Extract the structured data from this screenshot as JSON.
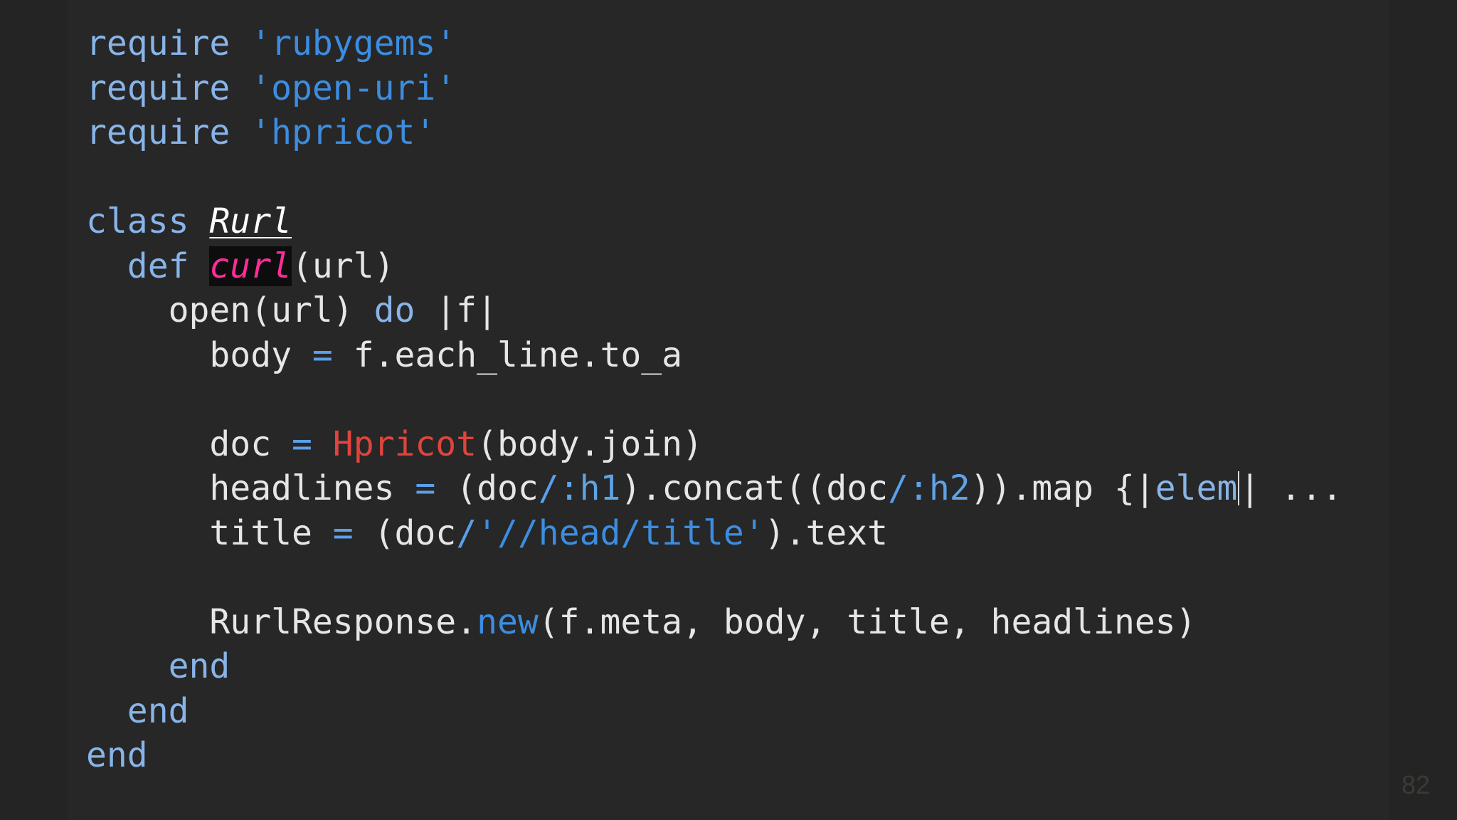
{
  "code": {
    "language": "ruby",
    "line1": {
      "kw": "require",
      "str": "'rubygems'"
    },
    "line2": {
      "kw": "require",
      "str": "'open-uri'"
    },
    "line3": {
      "kw": "require",
      "str": "'hpricot'"
    },
    "line5": {
      "kw": "class",
      "name": "Rurl"
    },
    "line6": {
      "indent": "  ",
      "kw": "def",
      "name": "curl",
      "params": "(url)"
    },
    "line7": {
      "indent": "    ",
      "head": "open(url) ",
      "kw": "do",
      "tail": " |f|"
    },
    "line8": {
      "indent": "      ",
      "lhs": "body ",
      "eq": "=",
      "rhs": " f.each_line.to_a"
    },
    "line10": {
      "indent": "      ",
      "lhs": "doc ",
      "eq": "=",
      "const": " Hpricot",
      "rhs": "(body.join)"
    },
    "line11": {
      "indent": "      ",
      "lhs": "headlines ",
      "eq": "=",
      "p1": " (doc",
      "op1": "/",
      "sym1": ":h1",
      "p2": ").concat((doc",
      "op2": "/",
      "sym2": ":h2",
      "p3": ")).map {|",
      "var": "elem",
      "p4": "| ..."
    },
    "line12": {
      "indent": "      ",
      "lhs": "title ",
      "eq": "=",
      "p1": " (doc",
      "op": "/",
      "str": "'//head/title'",
      "p2": ").text"
    },
    "line14": {
      "indent": "      ",
      "obj": "RurlResponse.",
      "method": "new",
      "args": "(f.meta, body, title, headlines)"
    },
    "line15": {
      "indent": "    ",
      "kw": "end"
    },
    "line16": {
      "indent": "  ",
      "kw": "end"
    },
    "line17": {
      "indent": "",
      "kw": "end"
    }
  },
  "slide": {
    "page_number": "82"
  },
  "colors": {
    "background": "#242424",
    "keyword": "#88b4e8",
    "string": "#3c8de0",
    "constant": "#e0443e",
    "function_name": "#ff2d9a",
    "text": "#e6e6e6"
  }
}
